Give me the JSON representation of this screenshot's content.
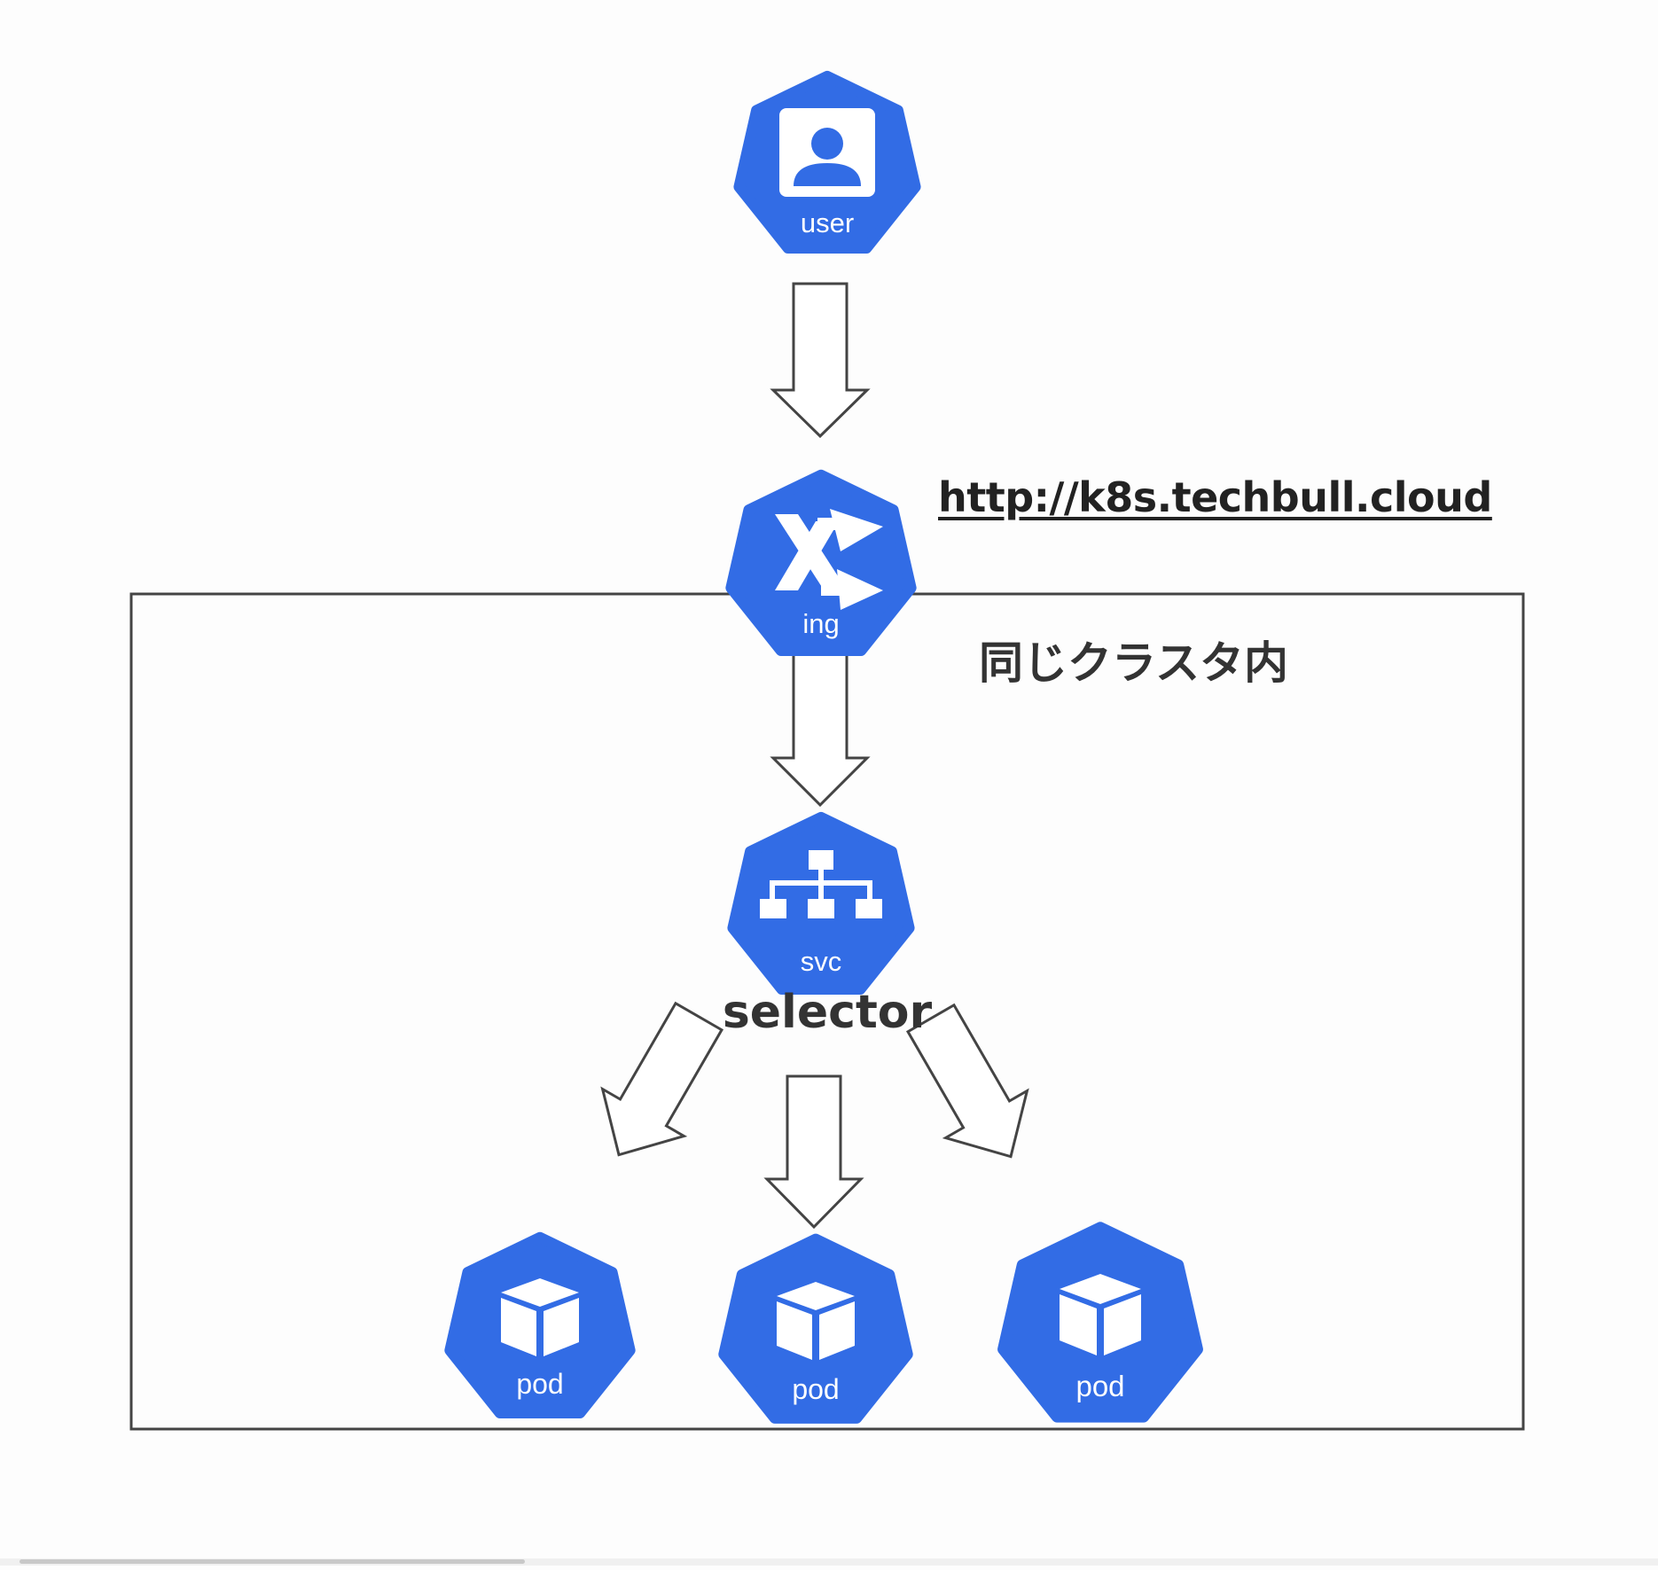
{
  "diagram": {
    "nodes": {
      "user": {
        "label": "user",
        "icon": "user-icon"
      },
      "ingress": {
        "label": "ing",
        "icon": "shuffle-icon"
      },
      "service": {
        "label": "svc",
        "icon": "hierarchy-icon"
      },
      "pod1": {
        "label": "pod",
        "icon": "cube-icon"
      },
      "pod2": {
        "label": "pod",
        "icon": "cube-icon"
      },
      "pod3": {
        "label": "pod",
        "icon": "cube-icon"
      }
    },
    "url": "http://k8s.techbull.cloud",
    "cluster_label": "同じクラスタ内",
    "selector_label": "selector"
  },
  "colors": {
    "node_fill": "#326CE5",
    "icon_white": "#FFFFFF",
    "arrow_fill": "#FFFFFF",
    "arrow_stroke": "#444444",
    "cluster_border": "#444444"
  }
}
